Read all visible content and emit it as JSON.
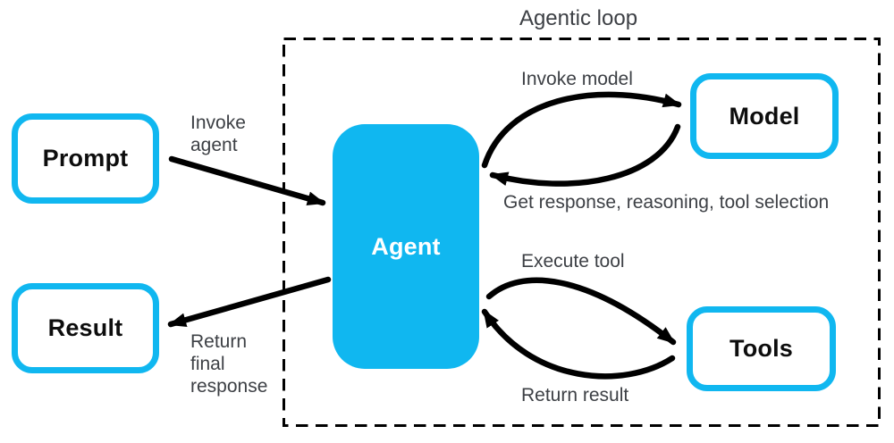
{
  "title": "Agentic loop",
  "colors": {
    "accent": "#10b7f0",
    "arrow": "#000000",
    "label-text": "#3d4045",
    "node-text": "#0d0d0d",
    "bg": "#ffffff"
  },
  "nodes": {
    "prompt": {
      "label": "Prompt"
    },
    "result": {
      "label": "Result"
    },
    "agent": {
      "label": "Agent"
    },
    "model": {
      "label": "Model"
    },
    "tools": {
      "label": "Tools"
    }
  },
  "edges": {
    "invoke_agent": {
      "label": "Invoke agent",
      "from": "Prompt",
      "to": "Agent"
    },
    "return_final_response": {
      "label": "Return final response",
      "from": "Agent",
      "to": "Result"
    },
    "invoke_model": {
      "label": "Invoke model",
      "from": "Agent",
      "to": "Model"
    },
    "get_response": {
      "label": "Get response, reasoning, tool selection",
      "from": "Model",
      "to": "Agent"
    },
    "execute_tool": {
      "label": "Execute tool",
      "from": "Agent",
      "to": "Tools"
    },
    "return_result": {
      "label": "Return result",
      "from": "Tools",
      "to": "Agent"
    }
  }
}
